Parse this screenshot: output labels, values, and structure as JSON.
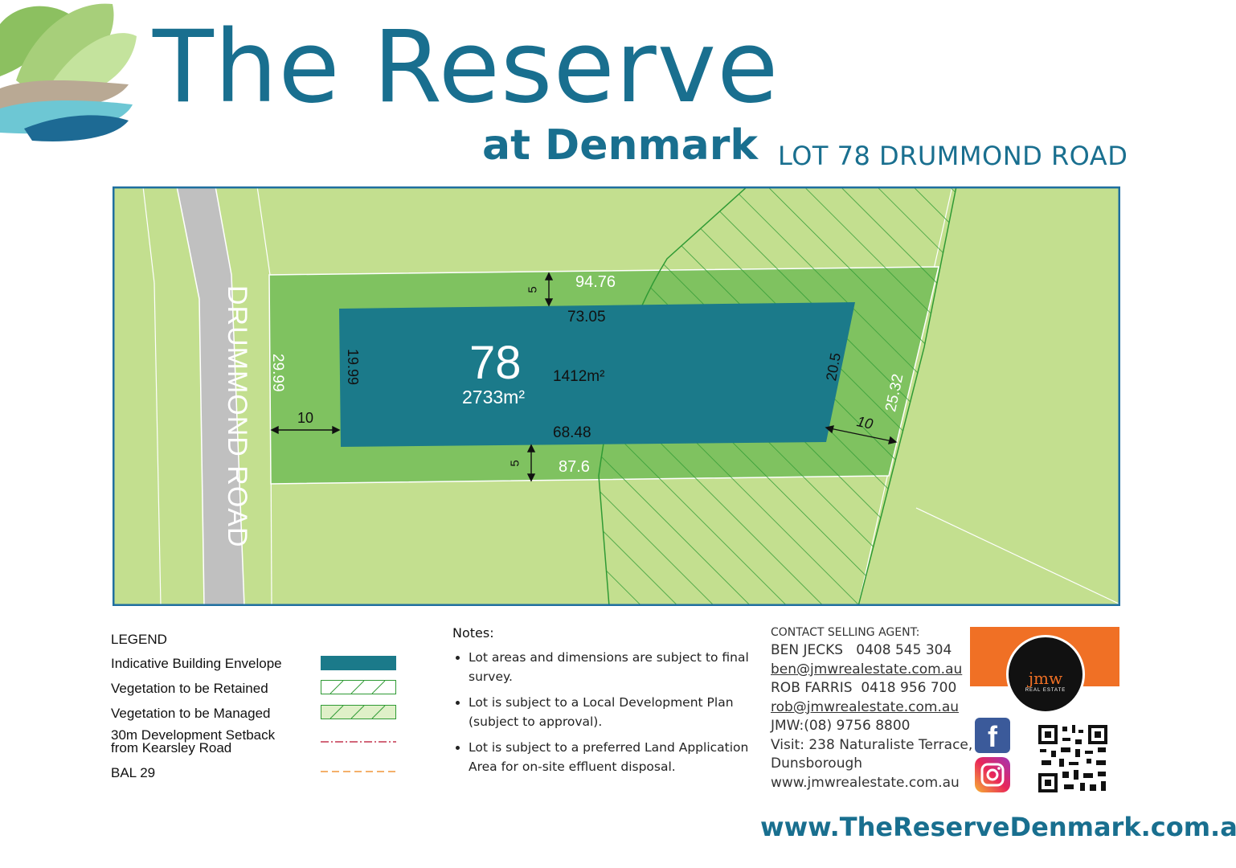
{
  "header": {
    "title_main": "The Reserve",
    "title_sub": "at Denmark",
    "lot_heading": "LOT 78 DRUMMOND ROAD"
  },
  "plan": {
    "road_name": "DRUMMOND ROAD",
    "lot_number": "78",
    "lot_area": "2733m²",
    "envelope_area": "1412m²",
    "dims": {
      "top_boundary": "94.76",
      "envelope_top": "73.05",
      "envelope_bottom": "68.48",
      "bottom_boundary": "87.6",
      "left_boundary": "29.99",
      "envelope_left": "19.99",
      "envelope_right": "20.5",
      "right_boundary": "25.32",
      "setback_left": "10",
      "setback_right": "10",
      "setback_top": "5",
      "setback_bottom": "5"
    },
    "colors": {
      "background_green": "#c3df8f",
      "lot_green": "#7fc260",
      "envelope_teal": "#1b7a8a",
      "road_grey": "#c0c0c0",
      "frame_blue": "#1f6fa0"
    }
  },
  "legend": {
    "title": "LEGEND",
    "items": [
      {
        "label": "Indicative Building Envelope",
        "swatch": "solid-teal"
      },
      {
        "label": "Vegetation to be Retained",
        "swatch": "hatch-white"
      },
      {
        "label": "Vegetation to be Managed",
        "swatch": "hatch-green"
      },
      {
        "label": "30m Development Setback\nfrom Kearsley Road",
        "swatch": "dash-dot-red"
      },
      {
        "label": "BAL 29",
        "swatch": "dash-orange"
      }
    ]
  },
  "notes": {
    "title": "Notes:",
    "items": [
      "Lot areas and dimensions are subject to final survey.",
      "Lot is subject to a Local Development Plan (subject to approval).",
      "Lot is subject to a preferred Land Application Area for on-site effluent disposal."
    ]
  },
  "agent": {
    "caption": "CONTACT SELLING AGENT:",
    "line1": "BEN JECKS   0408 545 304",
    "email1": "ben@jmwrealestate.com.au",
    "line2": "ROB FARRIS  0418 956 700",
    "email2": "rob@jmwrealestate.com.au",
    "phone": "JMW:(08) 9756 8800",
    "visit1": "Visit: 238 Naturaliste Terrace,",
    "visit2": "Dunsborough",
    "web": "www.jmwrealestate.com.au"
  },
  "brand": {
    "logo_text": "jmw",
    "logo_sub": "REAL ESTATE",
    "orange": "#f07025"
  },
  "icons": [
    "leaf-logo-icon",
    "facebook-icon",
    "instagram-icon",
    "qr-code-icon"
  ],
  "footer": {
    "website": "www.TheReserveDenmark.com.au"
  }
}
